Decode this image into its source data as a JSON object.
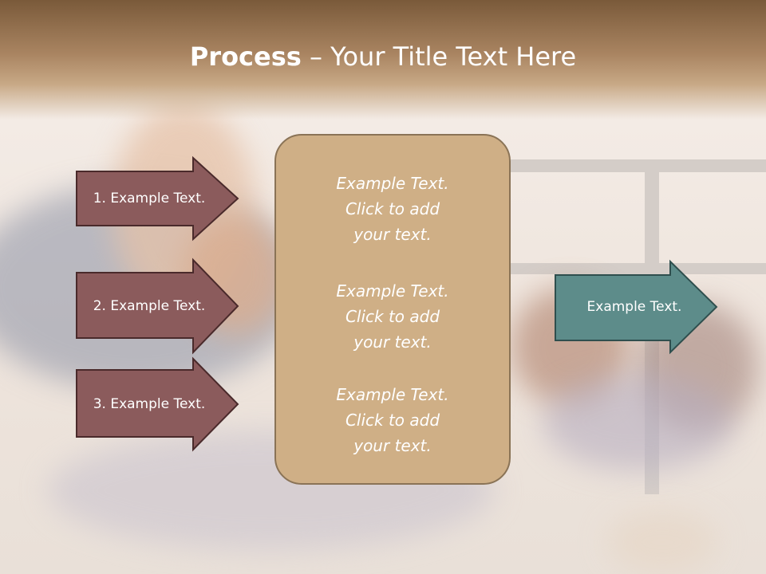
{
  "title": {
    "bold": "Process",
    "rest": " – Your Title Text Here"
  },
  "left_steps": [
    {
      "label": "1. Example Text."
    },
    {
      "label": "2. Example Text."
    },
    {
      "label": "3. Example Text."
    }
  ],
  "center": {
    "paragraphs": [
      {
        "lines": [
          "Example Text.",
          "Click  to add",
          "your text."
        ]
      },
      {
        "lines": [
          "Example Text.",
          "Click  to add",
          "your text."
        ]
      },
      {
        "lines": [
          "Example Text.",
          "Click  to add",
          "your text."
        ]
      }
    ]
  },
  "right_arrow": {
    "label": "Example Text."
  },
  "colors": {
    "step_fill": "#8b5b5c",
    "step_stroke": "#4a2a2b",
    "center_fill": "#cfaf86",
    "right_fill": "#5d8c8a",
    "right_stroke": "#2f4f4e",
    "title_band": "#8b6a47"
  }
}
